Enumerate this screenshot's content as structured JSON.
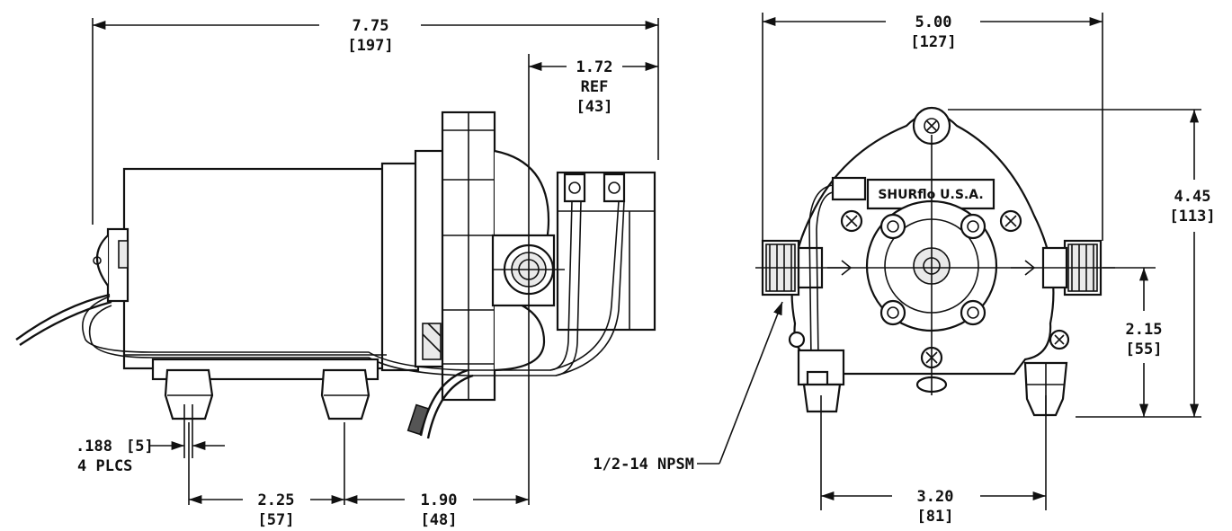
{
  "side_view": {
    "overall_length": {
      "in": "7.75",
      "mm": "[197]"
    },
    "head_offset": {
      "in": "1.72",
      "note": "REF",
      "mm": "[43]"
    },
    "mount_hole": {
      "in": ".188",
      "mm": "[5]",
      "qty": "4 PLCS"
    },
    "foot_spacing": {
      "in": "2.25",
      "mm": "[57]"
    },
    "foot_to_port": {
      "in": "1.90",
      "mm": "[48]"
    }
  },
  "front_view": {
    "overall_width": {
      "in": "5.00",
      "mm": "[127]"
    },
    "overall_height": {
      "in": "4.45",
      "mm": "[113]"
    },
    "port_height": {
      "in": "2.15",
      "mm": "[55]"
    },
    "foot_spacing": {
      "in": "3.20",
      "mm": "[81]"
    },
    "port_thread": "1/2-14 NPSM",
    "brand_label": "SHURflo U.S.A."
  }
}
